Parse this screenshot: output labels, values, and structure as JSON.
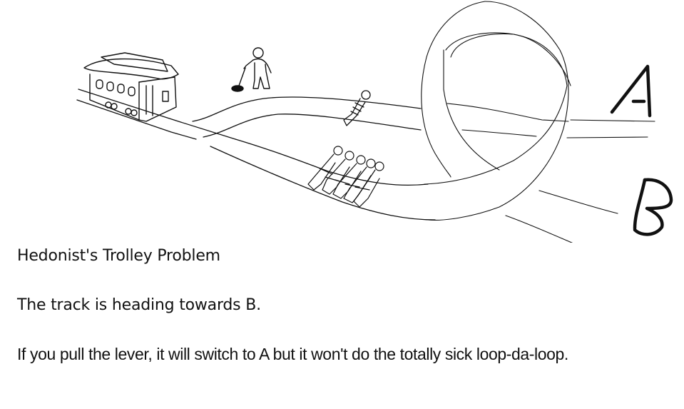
{
  "illustration": {
    "subject": "trolley problem drawing with added loop-da-loop on track B",
    "elements": [
      "trolley",
      "person-at-lever",
      "one-person-on-upper-track",
      "five-people-on-lower-track",
      "loop-da-loop",
      "label-A",
      "label-B"
    ],
    "labels": {
      "a": "A",
      "b": "B"
    }
  },
  "caption": {
    "title": "Hedonist's Trolley Problem",
    "line1": "The track is heading towards B.",
    "line2": "If you pull the lever, it will switch to A but it won't do the totally sick loop-da-loop."
  },
  "colors": {
    "background": "#ffffff",
    "ink": "#111111"
  }
}
